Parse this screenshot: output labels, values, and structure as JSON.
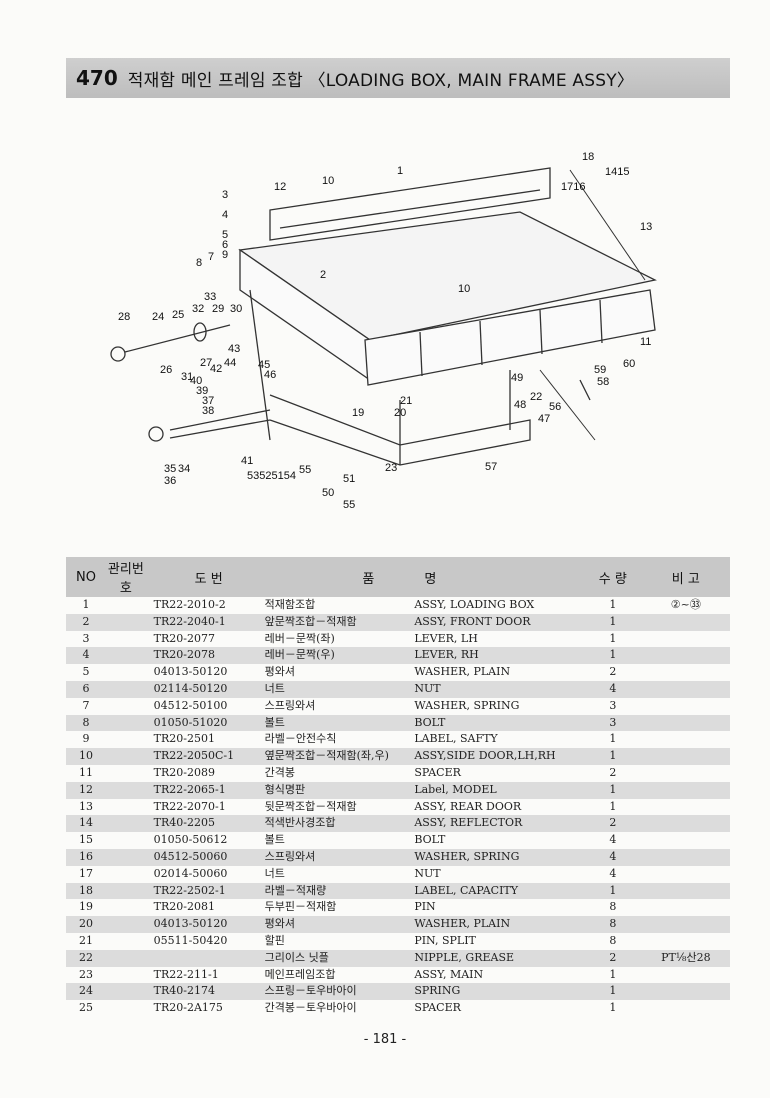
{
  "header": {
    "number": "470",
    "title": "적재함 메인 프레임 조합 〈LOADING BOX, MAIN FRAME ASSY〉"
  },
  "diagram": {
    "callouts": [
      "1",
      "2",
      "3",
      "4",
      "5",
      "6",
      "7",
      "8",
      "9",
      "10",
      "10",
      "11",
      "12",
      "13",
      "1415",
      "1716",
      "18",
      "19",
      "20",
      "21",
      "22",
      "23",
      "24",
      "25",
      "26",
      "27",
      "28",
      "29",
      "30",
      "31",
      "32",
      "33",
      "34",
      "35",
      "36",
      "37",
      "38",
      "39",
      "40",
      "41",
      "42",
      "43",
      "44",
      "45",
      "46",
      "47",
      "48",
      "49",
      "50",
      "51",
      "53525154",
      "55",
      "55",
      "56",
      "57",
      "58",
      "59",
      "60"
    ]
  },
  "table": {
    "headers": [
      "NO",
      "관리번호",
      "도 번",
      "품",
      "명",
      "수 량",
      "비 고"
    ],
    "rows": [
      {
        "no": "1",
        "mgmt": "",
        "drawing": "TR22-2010-2",
        "name_kr": "적재함조합",
        "name_en": "ASSY, LOADING BOX",
        "qty": "1",
        "remark": "②~㉝"
      },
      {
        "no": "2",
        "mgmt": "",
        "drawing": "TR22-2040-1",
        "name_kr": "앞문짝조합－적재함",
        "name_en": "ASSY, FRONT DOOR",
        "qty": "1",
        "remark": ""
      },
      {
        "no": "3",
        "mgmt": "",
        "drawing": "TR20-2077",
        "name_kr": "레버－문짝(좌)",
        "name_en": "LEVER, LH",
        "qty": "1",
        "remark": ""
      },
      {
        "no": "4",
        "mgmt": "",
        "drawing": "TR20-2078",
        "name_kr": "레버－문짝(우)",
        "name_en": "LEVER, RH",
        "qty": "1",
        "remark": ""
      },
      {
        "no": "5",
        "mgmt": "",
        "drawing": "04013-50120",
        "name_kr": "평와셔",
        "name_en": "WASHER, PLAIN",
        "qty": "2",
        "remark": ""
      },
      {
        "no": "6",
        "mgmt": "",
        "drawing": "02114-50120",
        "name_kr": "너트",
        "name_en": "NUT",
        "qty": "4",
        "remark": ""
      },
      {
        "no": "7",
        "mgmt": "",
        "drawing": "04512-50100",
        "name_kr": "스프링와셔",
        "name_en": "WASHER, SPRING",
        "qty": "3",
        "remark": ""
      },
      {
        "no": "8",
        "mgmt": "",
        "drawing": "01050-51020",
        "name_kr": "볼트",
        "name_en": "BOLT",
        "qty": "3",
        "remark": ""
      },
      {
        "no": "9",
        "mgmt": "",
        "drawing": "TR20-2501",
        "name_kr": "라벨－안전수칙",
        "name_en": "LABEL, SAFTY",
        "qty": "1",
        "remark": ""
      },
      {
        "no": "10",
        "mgmt": "",
        "drawing": "TR22-2050C-1",
        "name_kr": "옆문짝조합－적재함(좌,우)",
        "name_en": "ASSY,SIDE DOOR,LH,RH",
        "qty": "1",
        "remark": ""
      },
      {
        "no": "11",
        "mgmt": "",
        "drawing": "TR20-2089",
        "name_kr": "간격봉",
        "name_en": "SPACER",
        "qty": "2",
        "remark": ""
      },
      {
        "no": "12",
        "mgmt": "",
        "drawing": "TR22-2065-1",
        "name_kr": "형식명판",
        "name_en": "Label, MODEL",
        "qty": "1",
        "remark": ""
      },
      {
        "no": "13",
        "mgmt": "",
        "drawing": "TR22-2070-1",
        "name_kr": "뒷문짝조합－적재함",
        "name_en": "ASSY, REAR DOOR",
        "qty": "1",
        "remark": ""
      },
      {
        "no": "14",
        "mgmt": "",
        "drawing": "TR40-2205",
        "name_kr": "적색반사경조합",
        "name_en": "ASSY, REFLECTOR",
        "qty": "2",
        "remark": ""
      },
      {
        "no": "15",
        "mgmt": "",
        "drawing": "01050-50612",
        "name_kr": "볼트",
        "name_en": "BOLT",
        "qty": "4",
        "remark": ""
      },
      {
        "no": "16",
        "mgmt": "",
        "drawing": "04512-50060",
        "name_kr": "스프링와셔",
        "name_en": "WASHER, SPRING",
        "qty": "4",
        "remark": ""
      },
      {
        "no": "17",
        "mgmt": "",
        "drawing": "02014-50060",
        "name_kr": "너트",
        "name_en": "NUT",
        "qty": "4",
        "remark": ""
      },
      {
        "no": "18",
        "mgmt": "",
        "drawing": "TR22-2502-1",
        "name_kr": "라벨－적재량",
        "name_en": "LABEL, CAPACITY",
        "qty": "1",
        "remark": ""
      },
      {
        "no": "19",
        "mgmt": "",
        "drawing": "TR20-2081",
        "name_kr": "두부핀－적재함",
        "name_en": "PIN",
        "qty": "8",
        "remark": ""
      },
      {
        "no": "20",
        "mgmt": "",
        "drawing": "04013-50120",
        "name_kr": "평와셔",
        "name_en": "WASHER, PLAIN",
        "qty": "8",
        "remark": ""
      },
      {
        "no": "21",
        "mgmt": "",
        "drawing": "05511-50420",
        "name_kr": "할핀",
        "name_en": "PIN, SPLIT",
        "qty": "8",
        "remark": ""
      },
      {
        "no": "22",
        "mgmt": "",
        "drawing": "",
        "name_kr": "그리이스 닛플",
        "name_en": "NIPPLE, GREASE",
        "qty": "2",
        "remark": "PT⅛산28"
      },
      {
        "no": "23",
        "mgmt": "",
        "drawing": "TR22-211-1",
        "name_kr": "메인프레임조합",
        "name_en": "ASSY, MAIN",
        "qty": "1",
        "remark": ""
      },
      {
        "no": "24",
        "mgmt": "",
        "drawing": "TR40-2174",
        "name_kr": "스프링－토우바아이",
        "name_en": "SPRING",
        "qty": "1",
        "remark": ""
      },
      {
        "no": "25",
        "mgmt": "",
        "drawing": "TR20-2A175",
        "name_kr": "간격봉－토우바아이",
        "name_en": "SPACER",
        "qty": "1",
        "remark": ""
      }
    ]
  },
  "footer": {
    "page": "- 181 -"
  }
}
